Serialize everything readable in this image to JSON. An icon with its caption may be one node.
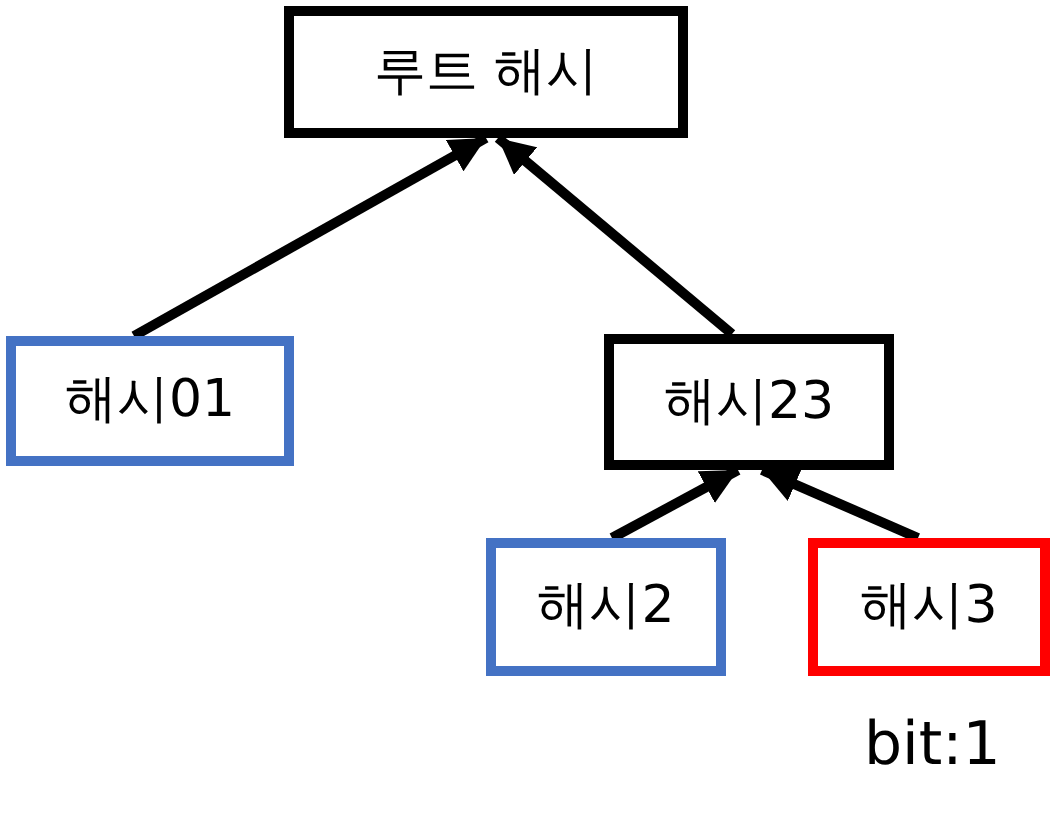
{
  "diagram": {
    "nodes": [
      {
        "text": [
          "루트 해시"
        ]
      },
      {
        "text": [
          "해시01"
        ]
      },
      {
        "text": [
          "해시23"
        ]
      },
      {
        "text": [
          "해시2"
        ]
      },
      {
        "text": [
          "해시3"
        ],
        "beside": [
          "bit:1"
        ]
      }
    ],
    "edges": [
      {
        "from": 1,
        "to": 0,
        "arrow": "to"
      },
      {
        "from": 2,
        "to": 0,
        "arrow": "to"
      },
      {
        "from": 3,
        "to": 2,
        "arrow": "to"
      },
      {
        "from": 4,
        "to": 2,
        "arrow": "to"
      }
    ]
  }
}
